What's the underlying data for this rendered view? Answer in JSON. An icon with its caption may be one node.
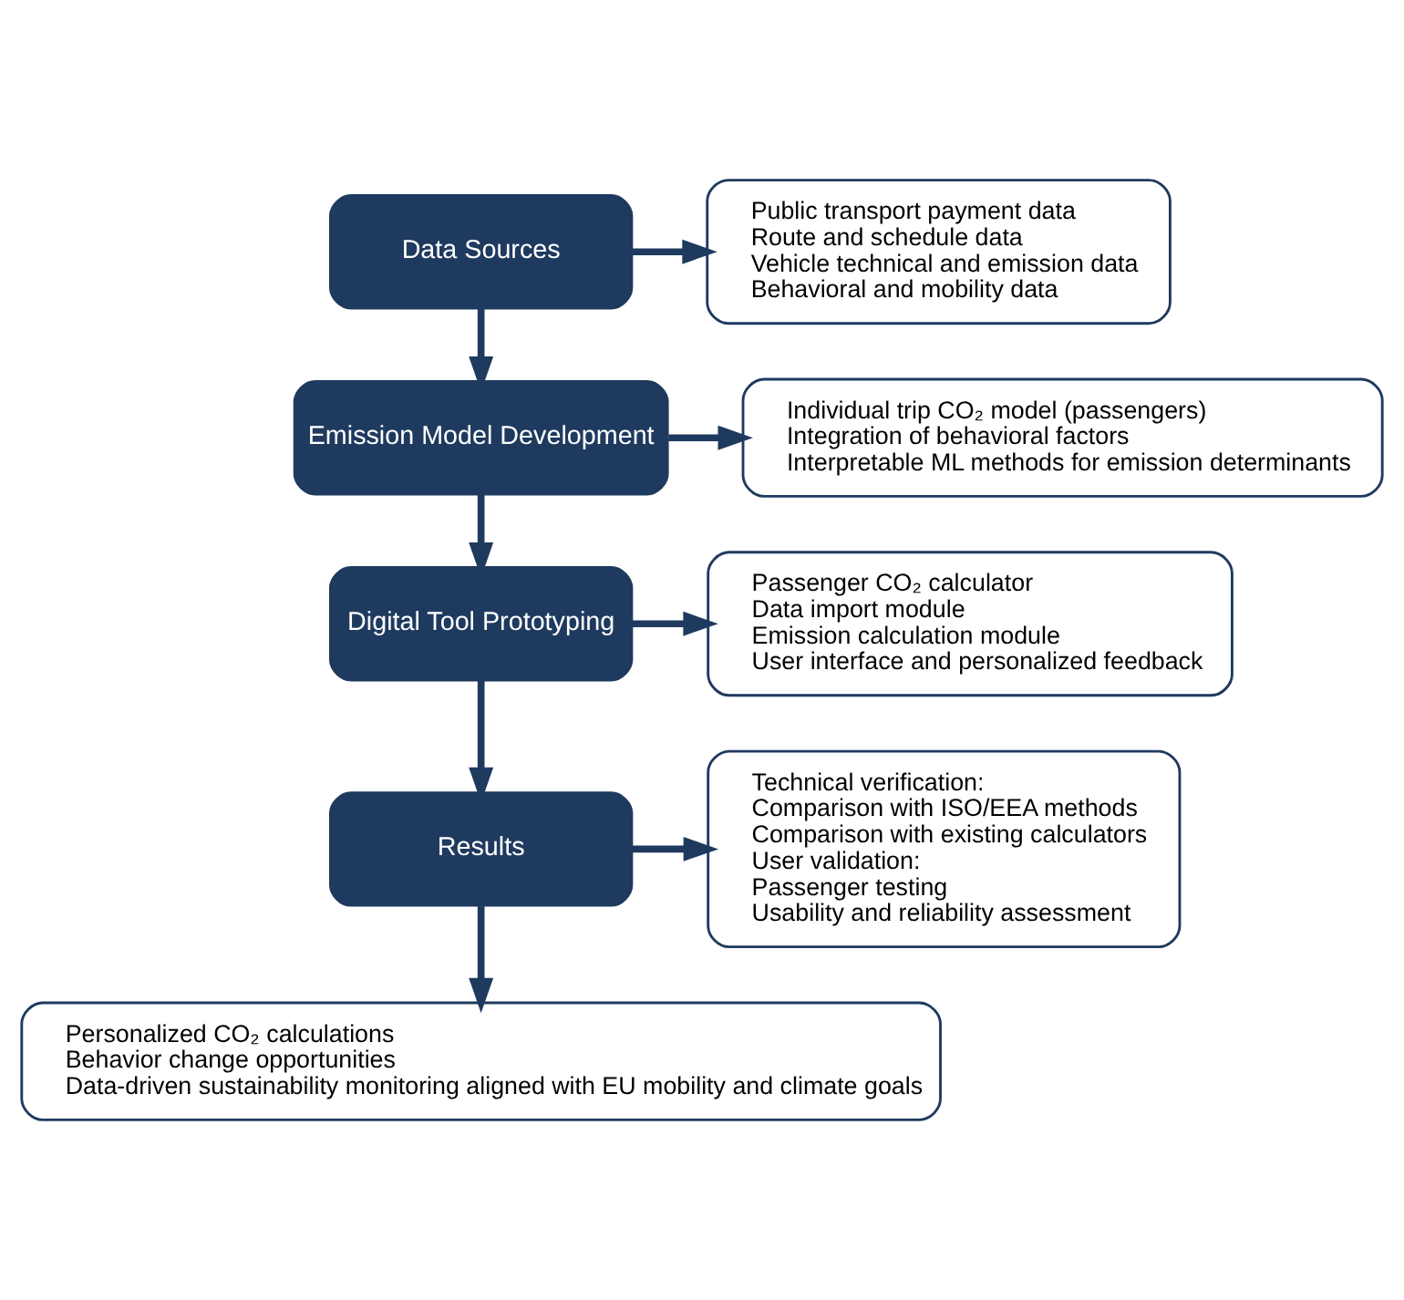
{
  "diagram": {
    "nodes": [
      {
        "text": [
          "Data Sources"
        ]
      },
      {
        "text": [
          "Public transport payment data",
          "Route and schedule data",
          "Vehicle technical and emission data",
          "Behavioral and mobility data"
        ]
      },
      {
        "text": [
          "Emission Model Development"
        ]
      },
      {
        "text": [
          "Individual trip CO₂ model (passengers)",
          "Integration of behavioral factors",
          "Interpretable ML methods for emission determinants"
        ]
      },
      {
        "text": [
          "Digital Tool Prototyping"
        ]
      },
      {
        "text": [
          "Passenger CO₂ calculator",
          "Data import module",
          "Emission calculation module",
          "User interface and personalized feedback"
        ]
      },
      {
        "text": [
          "Results"
        ]
      },
      {
        "text": [
          "Technical verification:",
          "Comparison with ISO/EEA methods",
          "Comparison with existing calculators",
          "User validation:",
          "Passenger testing",
          "Usability and reliability assessment"
        ]
      },
      {
        "text": [
          "Personalized CO₂ calculations",
          "Behavior change opportunities",
          "Data-driven sustainability monitoring aligned with EU mobility and climate goals"
        ]
      }
    ],
    "edges": [
      {
        "from": 0,
        "to": 1,
        "arrow": "to"
      },
      {
        "from": 0,
        "to": 2,
        "arrow": "to"
      },
      {
        "from": 2,
        "to": 3,
        "arrow": "to"
      },
      {
        "from": 2,
        "to": 4,
        "arrow": "to"
      },
      {
        "from": 4,
        "to": 5,
        "arrow": "to"
      },
      {
        "from": 4,
        "to": 6,
        "arrow": "to"
      },
      {
        "from": 6,
        "to": 7,
        "arrow": "to"
      },
      {
        "from": 6,
        "to": 8,
        "arrow": "to"
      }
    ]
  }
}
